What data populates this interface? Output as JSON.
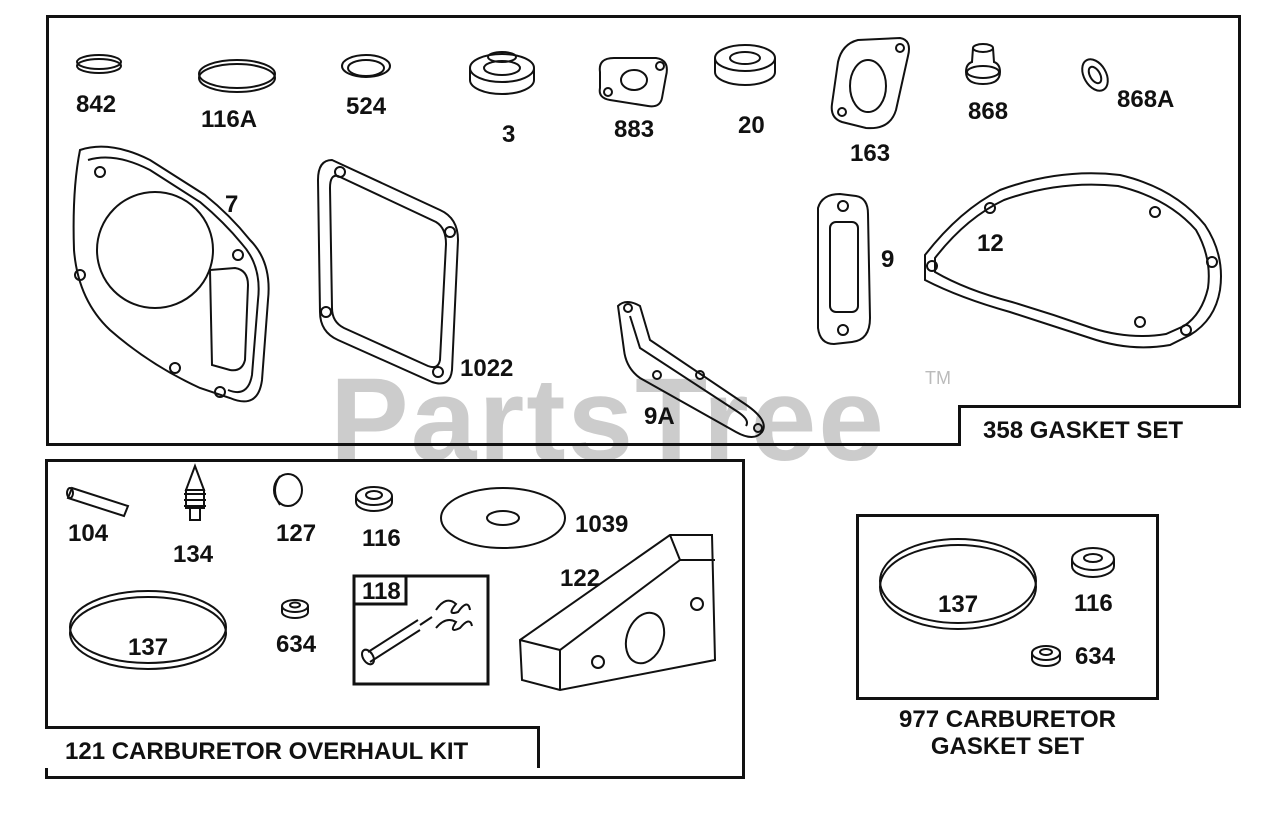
{
  "watermark": {
    "text": "PartsTree",
    "tm": "TM"
  },
  "panels": {
    "gasket_set": {
      "title": "358 GASKET SET"
    },
    "carb_kit": {
      "title": "121 CARBURETOR OVERHAUL KIT",
      "sub_kit": "118"
    },
    "carb_gasket_set": {
      "title_line1": "977 CARBURETOR",
      "title_line2": "GASKET SET"
    }
  },
  "parts": {
    "p842": "842",
    "p116a": "116A",
    "p524": "524",
    "p3": "3",
    "p883": "883",
    "p20": "20",
    "p163": "163",
    "p868": "868",
    "p868a": "868A",
    "p7": "7",
    "p1022": "1022",
    "p9a": "9A",
    "p9": "9",
    "p12": "12",
    "p104": "104",
    "p134": "134",
    "p127": "127",
    "p116": "116",
    "p1039": "1039",
    "p122": "122",
    "p137": "137",
    "p634": "634",
    "p118": "118",
    "p137b": "137",
    "p116b": "116",
    "p634b": "634"
  }
}
